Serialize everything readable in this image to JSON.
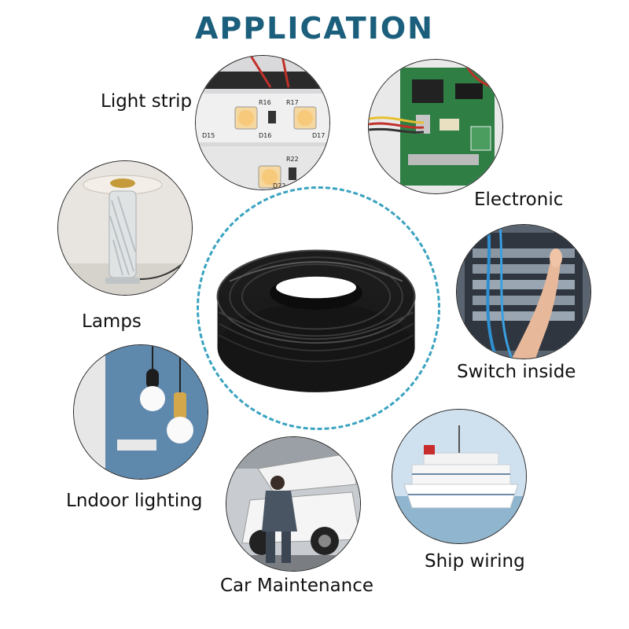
{
  "title": "APPLICATION",
  "center_image": "black-cable-coil",
  "applications": [
    {
      "label": "Light strip",
      "image": "led-strip"
    },
    {
      "label": "Electronic",
      "image": "circuit-board"
    },
    {
      "label": "Lamps",
      "image": "glass-lamp"
    },
    {
      "label": "Switch inside",
      "image": "network-switch-rack"
    },
    {
      "label": "Lndoor lighting",
      "image": "pendant-bulbs"
    },
    {
      "label": "Ship wiring",
      "image": "cruise-ship"
    },
    {
      "label": "Car Maintenance",
      "image": "car-mechanic"
    }
  ],
  "photo_text": {
    "led": [
      "R16",
      "R17",
      "D15",
      "D16",
      "D17",
      "R22",
      "D22"
    ]
  },
  "colors": {
    "title": "#1b5f7d",
    "dashed_ring": "#3aa3c0"
  }
}
